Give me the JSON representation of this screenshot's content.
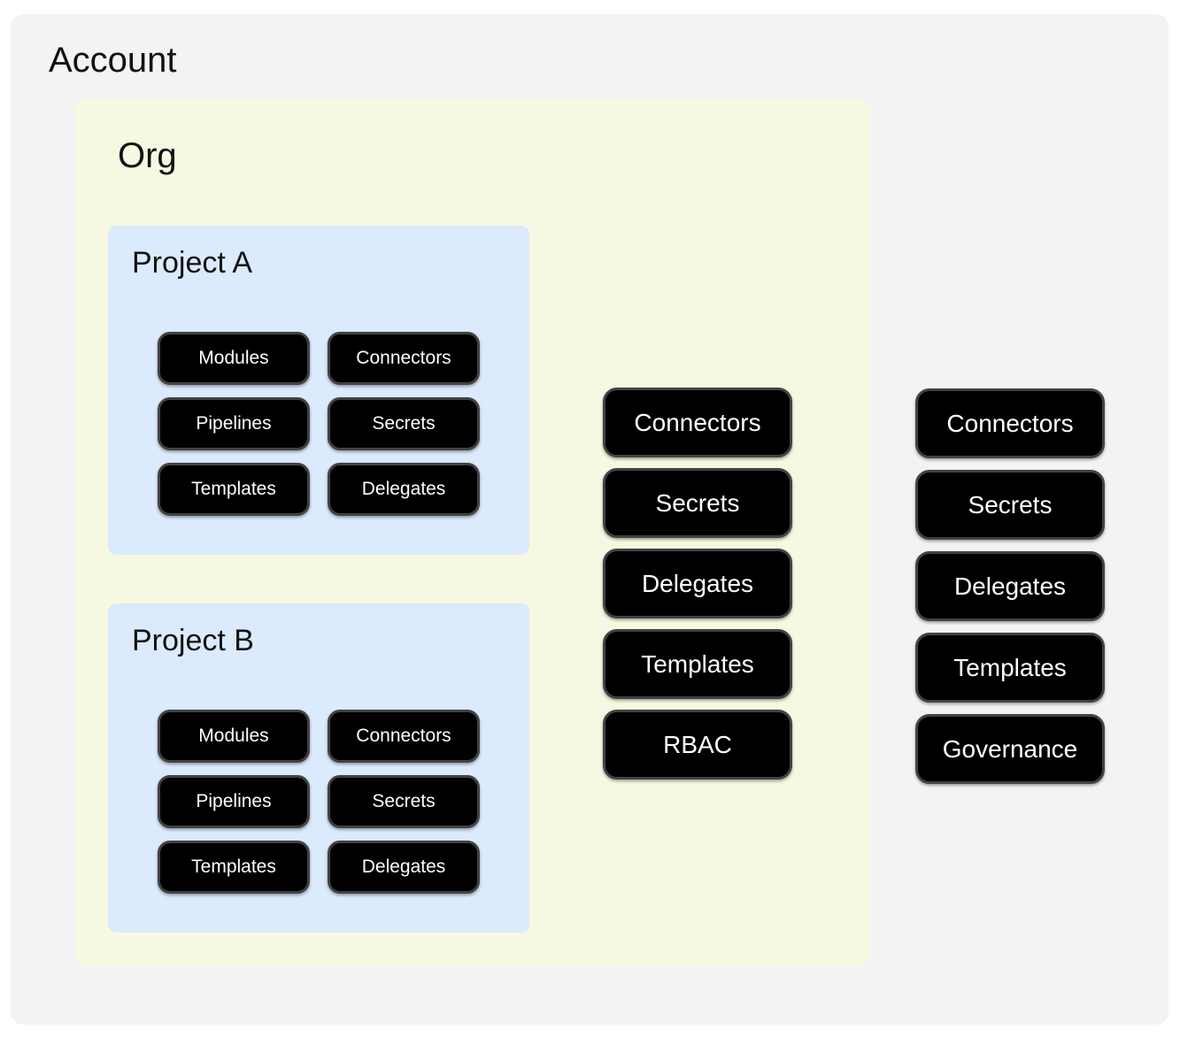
{
  "account": {
    "title": "Account",
    "pills": [
      "Connectors",
      "Secrets",
      "Delegates",
      "Templates",
      "Governance"
    ],
    "org": {
      "title": "Org",
      "pills": [
        "Connectors",
        "Secrets",
        "Delegates",
        "Templates",
        "RBAC"
      ],
      "projects": [
        {
          "title": "Project A",
          "pills": [
            "Modules",
            "Connectors",
            "Pipelines",
            "Secrets",
            "Templates",
            "Delegates"
          ]
        },
        {
          "title": "Project B",
          "pills": [
            "Modules",
            "Connectors",
            "Pipelines",
            "Secrets",
            "Templates",
            "Delegates"
          ]
        }
      ]
    }
  },
  "colors": {
    "page_bg": "#ffffff",
    "account_bg": "#f3f3f4",
    "org_bg": "#f6f8e2",
    "project_bg": "#dbeafc",
    "pill_bg": "#000000",
    "pill_border": "#424242",
    "pill_text": "#ffffff",
    "title_text": "#121212"
  }
}
